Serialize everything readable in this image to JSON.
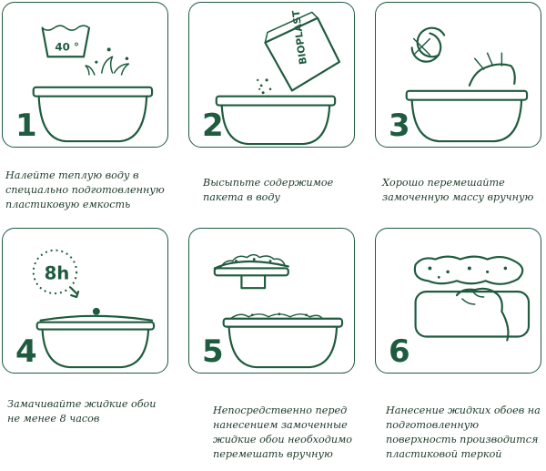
{
  "steps": [
    {
      "number": "1",
      "caption": "Налейте теплую воду в специально подготовленную пластиковую емкость",
      "icon": "basin-water-temperature-40-icon",
      "label": "40 °"
    },
    {
      "number": "2",
      "caption": "Высыпьте содержимое пакета в воду",
      "icon": "pour-package-icon",
      "label": "BIOPLAST"
    },
    {
      "number": "3",
      "caption": "Хорошо перемешайте замоченную массу вручную",
      "icon": "mix-by-hand-icon"
    },
    {
      "number": "4",
      "caption": "Замачивайте жидкие обои не менее 8 часов",
      "icon": "timer-8h-icon",
      "label": "8h"
    },
    {
      "number": "5",
      "caption": "Непосредственно перед нанесением замоченные жидкие обои необходимо перемешать вручную",
      "icon": "trowel-and-basin-icon"
    },
    {
      "number": "6",
      "caption": "Нанесение жидких обоев на подготовленную поверхность производится пластиковой теркой",
      "icon": "apply-with-trowel-icon"
    }
  ],
  "colors": {
    "accent": "#1f5b3e",
    "text": "#1d3b2a"
  }
}
